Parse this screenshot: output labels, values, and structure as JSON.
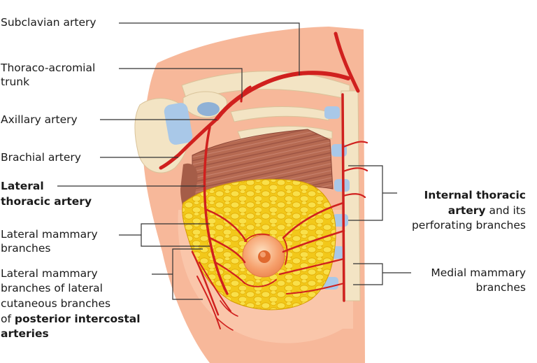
{
  "labels": {
    "subclavian": "Subclavian artery",
    "thoraco_1": "Thoraco-acromial",
    "thoraco_2": "trunk",
    "axillary": "Axillary artery",
    "brachial": "Brachial artery",
    "lateral_thoracic_1": "Lateral",
    "lateral_thoracic_2": "thoracic artery",
    "lateral_mammary_1": "Lateral mammary",
    "lateral_mammary_2": "branches",
    "lmb_cut_1": "Lateral mammary",
    "lmb_cut_2": "branches of lateral",
    "lmb_cut_3": "cutaneous branches",
    "lmb_cut_4_prefix": "of ",
    "lmb_cut_4_bold": "posterior intercostal",
    "lmb_cut_5": "arteries",
    "internal_1": "Internal thoracic",
    "internal_2_bold": "artery",
    "internal_2_rest": " and its",
    "internal_3": "perforating branches",
    "medial_1": "Medial mammary",
    "medial_2": "branches"
  },
  "colors": {
    "skin": "#f7b89a",
    "skin_light": "#fbd3bd",
    "bone": "#f3e4c4",
    "cartilage": "#a9c8e8",
    "muscle": "#b76a52",
    "fat": "#f5d31c",
    "artery": "#d0201e",
    "areola": "#f6a06c",
    "nipple": "#e0692e"
  }
}
